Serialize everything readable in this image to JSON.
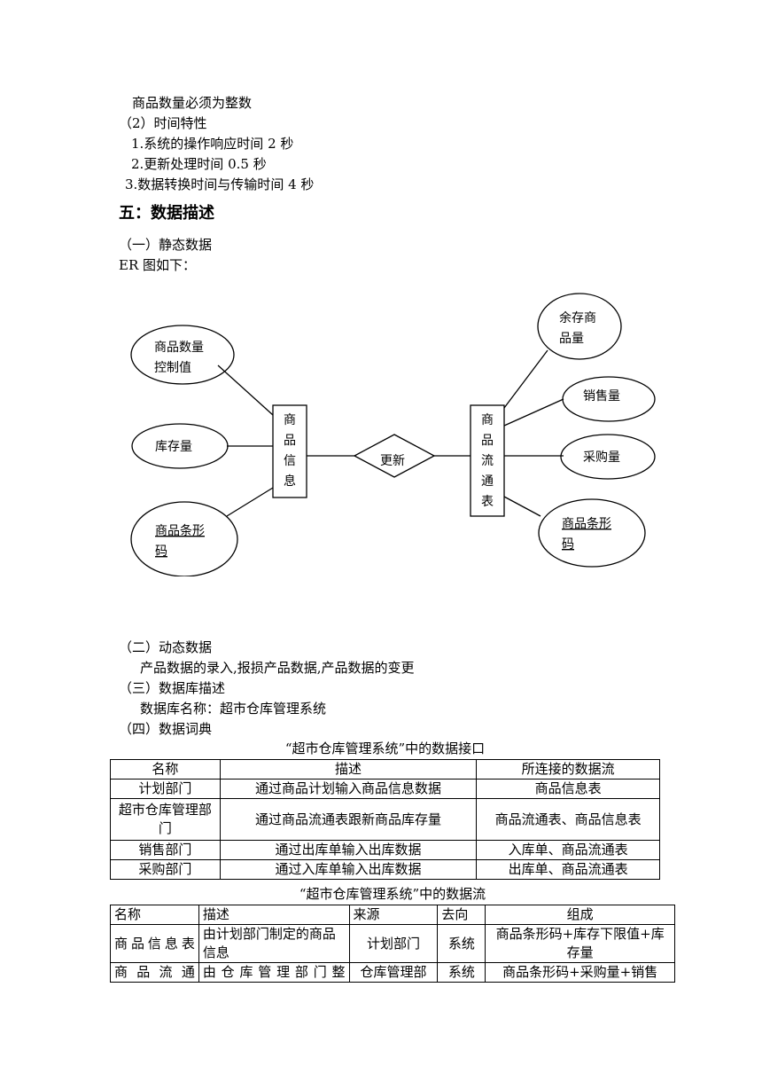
{
  "text_lines": {
    "l1": "商品数量必须为整数",
    "l2": "（2）时间特性",
    "l3": "1.系统的操作响应时间 2 秒",
    "l4": "2.更新处理时间 0.5 秒",
    "l5": "3.数据转换时间与传输时间 4 秒"
  },
  "section_five": "五：数据描述",
  "static_data": "（一）静态数据",
  "er_intro": "ER 图如下：",
  "er": {
    "left_attrs": [
      [
        "商品数量",
        "控制值"
      ],
      [
        "库存量"
      ],
      [
        "商品条形",
        "码"
      ]
    ],
    "left_entity": [
      "商",
      "品",
      "信",
      "息"
    ],
    "relation": "更新",
    "right_entity": [
      "商",
      "品",
      "流",
      "通",
      "表"
    ],
    "right_attrs": [
      [
        "余存商",
        "品量"
      ],
      [
        "销售量"
      ],
      [
        "采购量"
      ],
      [
        "商品条形",
        "码"
      ]
    ]
  },
  "dynamic_data": "（二）动态数据",
  "dynamic_desc": "产品数据的录入,报损产品数据,产品数据的变更",
  "db_desc_title": "（三）数据库描述",
  "db_name": "数据库名称：超市仓库管理系统",
  "dict_title": "（四）数据词典",
  "table1": {
    "caption": "“超市仓库管理系统”中的数据接口",
    "headers": [
      "名称",
      "描述",
      "所连接的数据流"
    ],
    "rows": [
      {
        "name": "计划部门",
        "desc": "通过商品计划输入商品信息数据",
        "flow": "商品信息表"
      },
      {
        "name": "超市仓库管理部门",
        "desc": "通过商品流通表跟新商品库存量",
        "flow": "商品流通表、商品信息表"
      },
      {
        "name": "销售部门",
        "desc": "通过出库单输入出库数据",
        "flow": "入库单、商品流通表"
      },
      {
        "name": "采购部门",
        "desc": "通过入库单输入出库数据",
        "flow": "出库单、商品流通表"
      }
    ]
  },
  "table2": {
    "caption": "“超市仓库管理系统”中的数据流",
    "headers": [
      "名称",
      "描述",
      "来源",
      "去向",
      "组成"
    ],
    "rows": [
      {
        "name": "商品信息表",
        "desc": "由计划部门制定的商品信息",
        "src": "计划部门",
        "dst": "系统",
        "comp": "商品条形码+库存下限值+库存量"
      },
      {
        "name": "商品流通",
        "desc": "由仓库管理部门整",
        "src": "仓库管理部",
        "dst": "系统",
        "comp": "商品条形码+采购量+销售"
      }
    ]
  }
}
